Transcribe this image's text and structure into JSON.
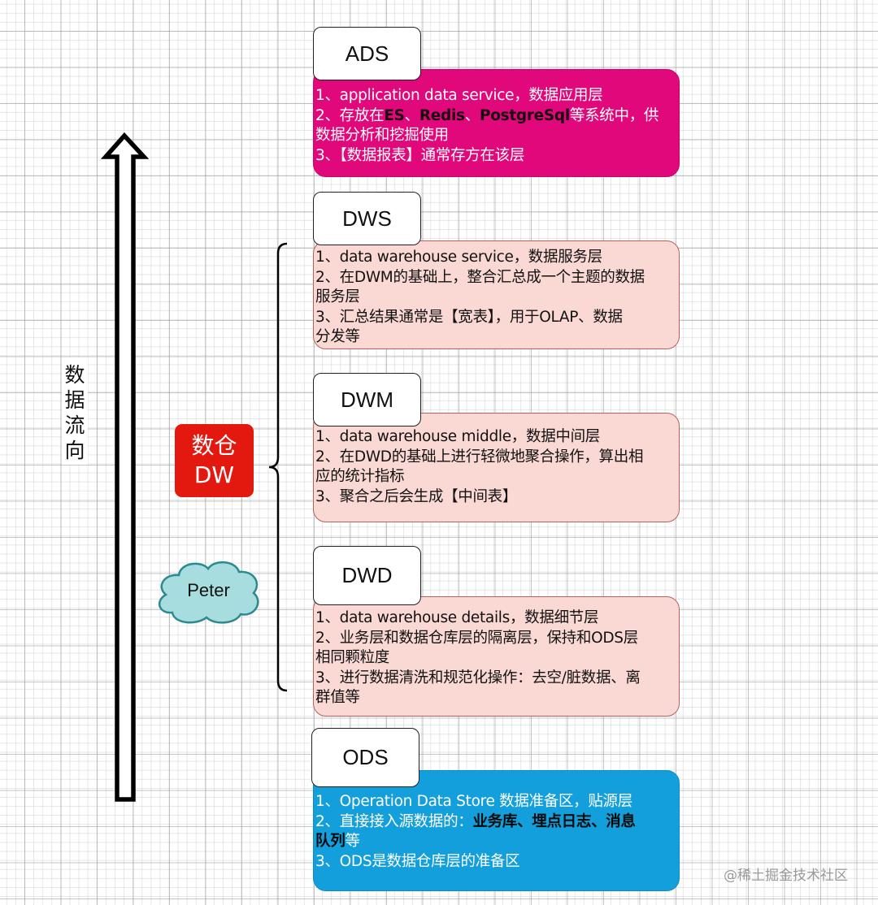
{
  "diagram": {
    "flow_label": "数据流向",
    "flow_direction_icon": "arrow-up-icon",
    "dw_group": {
      "line1": "数仓",
      "line2": "DW"
    },
    "author_cloud": "Peter",
    "watermark": "@稀土掘金技术社区",
    "colors": {
      "ads": "#e0087a",
      "dw_layers": "#fad8d3",
      "ods": "#139fdc",
      "dw_badge": "#e3190f",
      "cloud": "#a8dde0"
    },
    "layers": [
      {
        "name": "ADS",
        "lines": [
          [
            {
              "t": "1、application data service，数据应用层"
            }
          ],
          [
            {
              "t": "2、存放在"
            },
            {
              "t": "ES",
              "b": true
            },
            {
              "t": "、"
            },
            {
              "t": "Redis",
              "b": true
            },
            {
              "t": "、"
            },
            {
              "t": "PostgreSql",
              "b": true
            },
            {
              "t": "等系统中，供"
            }
          ],
          [
            {
              "t": "数据分析和挖掘使用"
            }
          ],
          [
            {
              "t": "3、【数据报表】通常存方在该层"
            }
          ]
        ]
      },
      {
        "name": "DWS",
        "lines": [
          [
            {
              "t": "1、data warehouse service，数据服务层"
            }
          ],
          [
            {
              "t": "2、在DWM的基础上，整合汇总成一个主题的数据"
            }
          ],
          [
            {
              "t": "服务层"
            }
          ],
          [
            {
              "t": "3、汇总结果通常是【宽表】，用于OLAP、数据"
            }
          ],
          [
            {
              "t": "分发等"
            }
          ]
        ]
      },
      {
        "name": "DWM",
        "lines": [
          [
            {
              "t": "1、data warehouse middle，数据中间层"
            }
          ],
          [
            {
              "t": "2、在DWD的基础上进行轻微地聚合操作，算出相"
            }
          ],
          [
            {
              "t": "应的统计指标"
            }
          ],
          [
            {
              "t": "3、聚合之后会生成【中间表】"
            }
          ]
        ]
      },
      {
        "name": "DWD",
        "lines": [
          [
            {
              "t": "1、data warehouse details，数据细节层"
            }
          ],
          [
            {
              "t": "2、业务层和数据仓库层的隔离层，保持和ODS层"
            }
          ],
          [
            {
              "t": "相同颗粒度"
            }
          ],
          [
            {
              "t": "3、进行数据清洗和规范化操作：去空/脏数据、离"
            }
          ],
          [
            {
              "t": "群值等"
            }
          ]
        ]
      },
      {
        "name": "ODS",
        "lines": [
          [
            {
              "t": "1、Operation Data Store 数据准备区，贴源层"
            }
          ],
          [
            {
              "t": "2、直接接入源数据的："
            },
            {
              "t": "业务库、埋点日志、消息",
              "b": true
            }
          ],
          [
            {
              "t": "队列",
              "b": true
            },
            {
              "t": "等"
            }
          ],
          [
            {
              "t": "3、ODS是数据仓库层的准备区"
            }
          ]
        ]
      }
    ]
  }
}
